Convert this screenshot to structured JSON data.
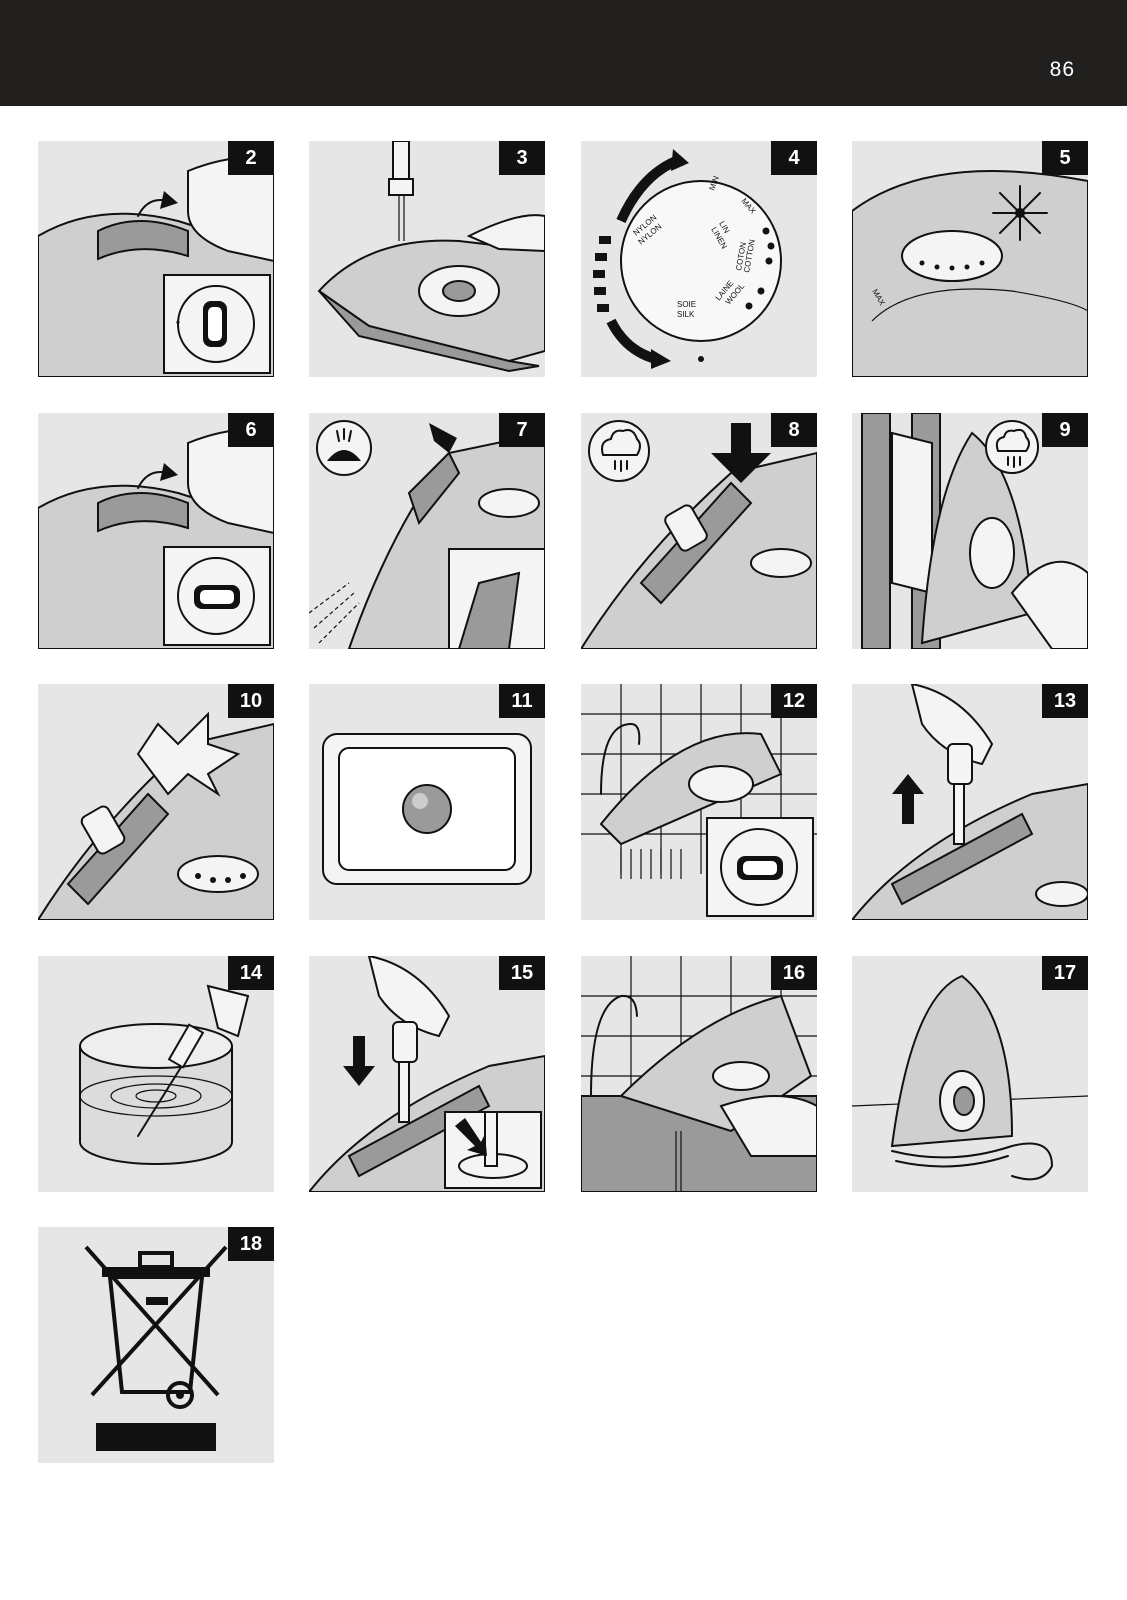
{
  "header": {
    "page_number": "86",
    "background": "#221f1f"
  },
  "panels": [
    {
      "number": "2"
    },
    {
      "number": "3"
    },
    {
      "number": "4"
    },
    {
      "number": "5"
    },
    {
      "number": "6"
    },
    {
      "number": "7"
    },
    {
      "number": "8"
    },
    {
      "number": "9"
    },
    {
      "number": "10"
    },
    {
      "number": "11"
    },
    {
      "number": "12"
    },
    {
      "number": "13"
    },
    {
      "number": "14"
    },
    {
      "number": "15"
    },
    {
      "number": "16"
    },
    {
      "number": "17"
    },
    {
      "number": "18"
    }
  ],
  "dial": {
    "min": "MIN",
    "max": "MAX",
    "nylon_fr": "NYLON",
    "nylon_en": "NYLON",
    "silk_fr": "SOIE",
    "silk_en": "SILK",
    "wool_fr": "LAINE",
    "wool_en": "WOOL",
    "cotton_fr": "COTON",
    "cotton_en": "COTTON",
    "linen_fr": "LIN",
    "linen_en": "LINEN"
  },
  "panel5": {
    "max_label": "MAX"
  },
  "colors": {
    "panel_bg": "#e6e6e6",
    "number_badge": "#111111"
  }
}
